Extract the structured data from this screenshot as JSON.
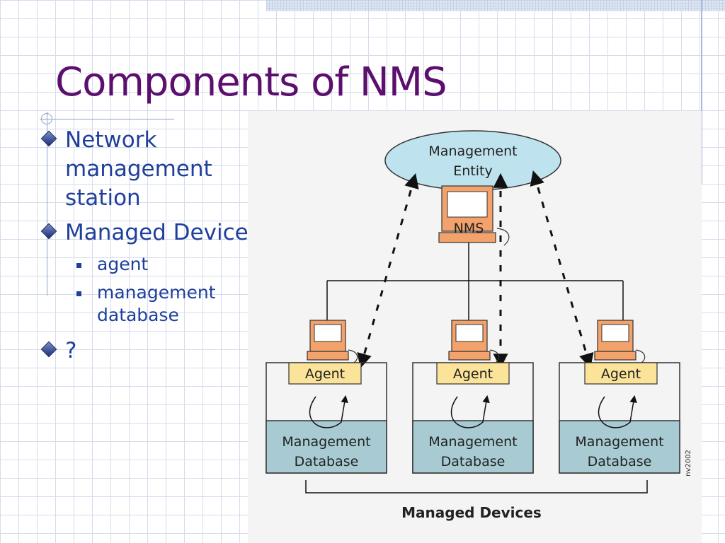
{
  "slide": {
    "title": "Components of NMS",
    "bullets": [
      {
        "text": "Network management station",
        "subitems": []
      },
      {
        "text": "Managed Device",
        "subitems": [
          "agent",
          "management database"
        ]
      },
      {
        "text": "?",
        "subitems": []
      }
    ]
  },
  "diagram": {
    "management_entity_label": "Management Entity",
    "nms_label": "NMS",
    "devices": [
      {
        "agent_label": "Agent",
        "database_label": "Management Database"
      },
      {
        "agent_label": "Agent",
        "database_label": "Management Database"
      },
      {
        "agent_label": "Agent",
        "database_label": "Management Database"
      }
    ],
    "group_label": "Managed Devices",
    "figure_code": "nv2002",
    "colors": {
      "entity_fill": "#bfe3ee",
      "monitor_fill": "#f2a26a",
      "agent_fill": "#fbe39a",
      "database_fill": "#a8cbd3"
    }
  }
}
